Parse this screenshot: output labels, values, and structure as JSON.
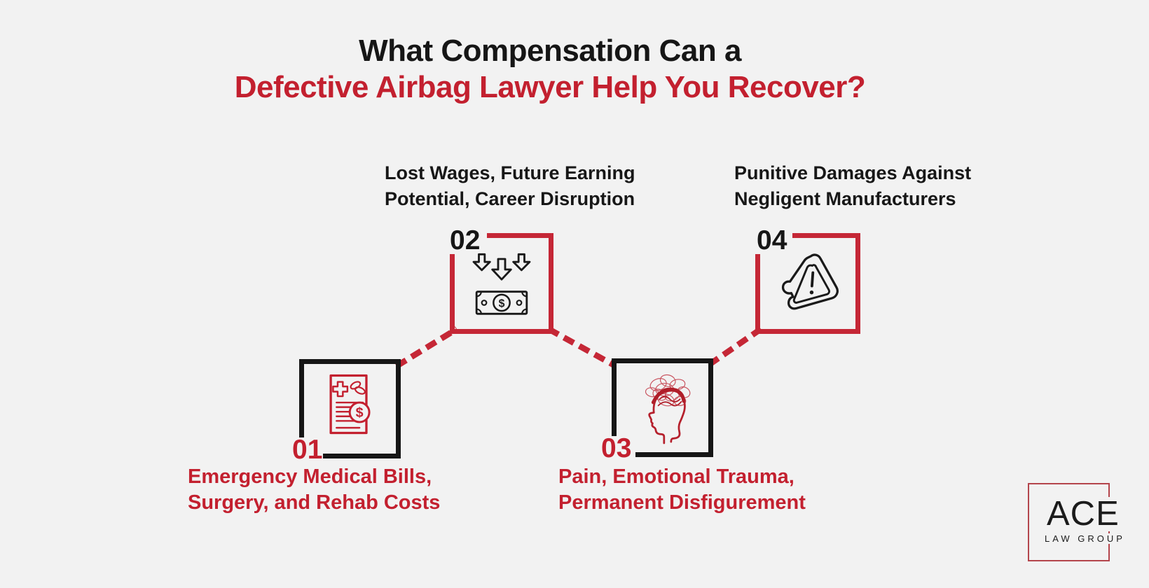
{
  "colors": {
    "background": "#F2F2F2",
    "accent_red": "#C3202F",
    "box_red_border": "#C52736",
    "box_black_border": "#161616",
    "logo_red": "#B4454C"
  },
  "title": {
    "line1": "What Compensation Can a",
    "line2": "Defective Airbag Lawyer Help You Recover?"
  },
  "items": [
    {
      "number": "01",
      "icon": "medical-bill-icon",
      "box_style": "black-border, number bottom-left",
      "lines": [
        "Emergency Medical Bills,",
        "Surgery, and Rehab Costs"
      ]
    },
    {
      "number": "02",
      "icon": "falling-money-icon",
      "box_style": "red-border, number top-left",
      "lines": [
        "Lost Wages, Future Earning",
        "Potential, Career Disruption"
      ]
    },
    {
      "number": "03",
      "icon": "emotional-trauma-head-icon",
      "box_style": "black-border, number bottom-left",
      "lines": [
        "Pain, Emotional Trauma,",
        "Permanent Disfigurement"
      ]
    },
    {
      "number": "04",
      "icon": "defective-warning-triangle-icon",
      "box_style": "red-border, number top-left",
      "lines": [
        "Punitive Damages Against",
        "Negligent Manufacturers"
      ]
    }
  ],
  "glyphs": {
    "dollar": "$"
  },
  "logo": {
    "name": "ACE",
    "subtitle": "LAW GROUP"
  }
}
